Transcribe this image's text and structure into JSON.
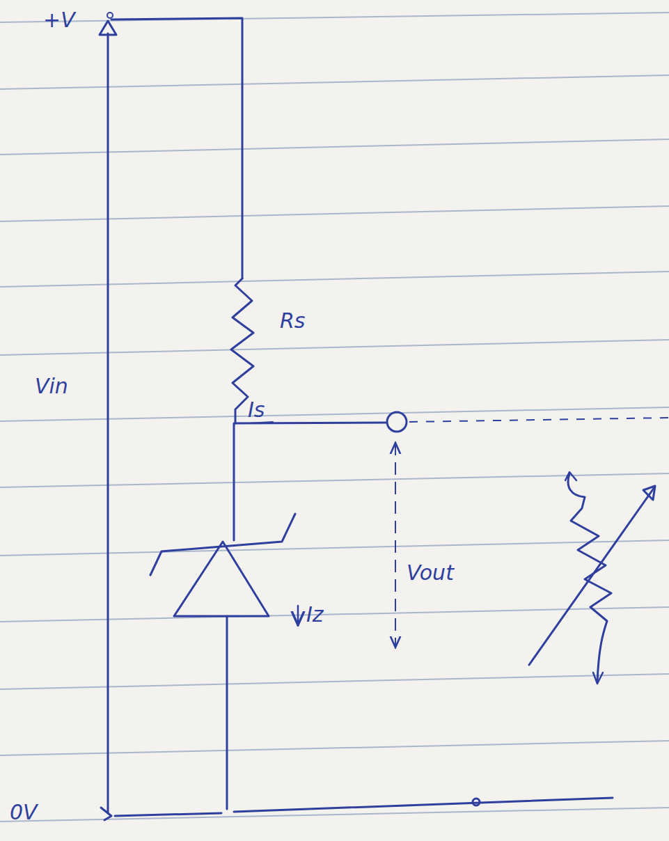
{
  "diagram": {
    "labels": [
      "+V",
      "Vin",
      "Rs",
      "Is",
      "Iz",
      "Vout",
      "0V"
    ]
  }
}
